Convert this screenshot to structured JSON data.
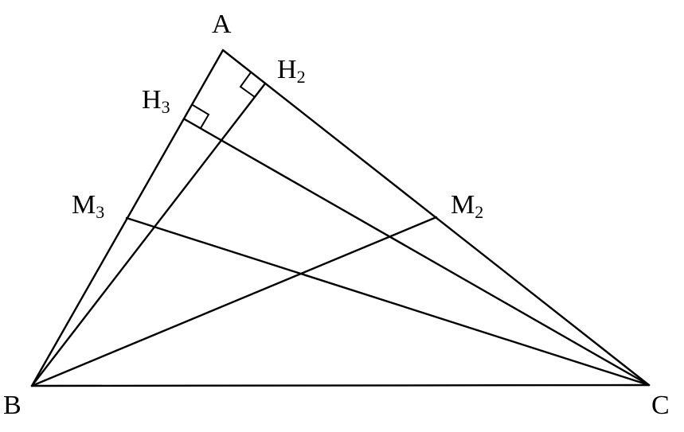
{
  "figure": {
    "labels": {
      "A": "A",
      "B": "B",
      "C": "C",
      "H2": {
        "base": "H",
        "sub": "2"
      },
      "H3": {
        "base": "H",
        "sub": "3"
      },
      "M2": {
        "base": "M",
        "sub": "2"
      },
      "M3": {
        "base": "M",
        "sub": "3"
      }
    },
    "segments": [
      "A-B",
      "A-C",
      "B-C",
      "B-H2",
      "C-H3",
      "B-M2",
      "C-M3"
    ],
    "right_angles": [
      "H2",
      "H3"
    ],
    "colors": {
      "stroke": "#000000",
      "background": "#ffffff"
    }
  }
}
